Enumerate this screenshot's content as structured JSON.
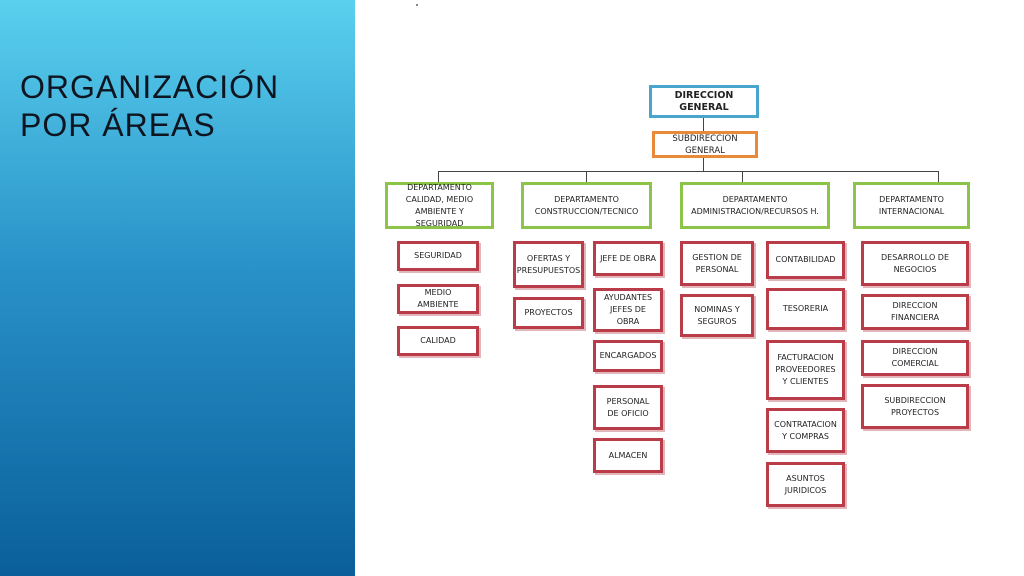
{
  "slide": {
    "title_line1": "ORGANIZACIÓN",
    "title_line2": "POR ÁREAS"
  },
  "org_chart": {
    "root": "DIRECCION GENERAL",
    "sub": "SUBDIRECCION GENERAL",
    "departments": [
      {
        "label": "DEPARTAMENTO CALIDAD, MEDIO AMBIENTE Y SEGURIDAD",
        "units": [
          "SEGURIDAD",
          "MEDIO AMBIENTE",
          "CALIDAD"
        ]
      },
      {
        "label": "DEPARTAMENTO CONSTRUCCION/TECNICO",
        "units": [
          "OFERTAS Y PRESUPUESTOS",
          "PROYECTOS",
          "JEFE DE OBRA",
          "AYUDANTES JEFES DE OBRA",
          "ENCARGADOS",
          "PERSONAL DE OFICIO",
          "ALMACEN"
        ]
      },
      {
        "label": "DEPARTAMENTO ADMINISTRACION/RECURSOS H.",
        "units": [
          "GESTION DE PERSONAL",
          "NOMINAS Y SEGUROS",
          "CONTABILIDAD",
          "TESORERIA",
          "FACTURACION PROVEEDORES Y CLIENTES",
          "CONTRATACION Y COMPRAS",
          "ASUNTOS JURIDICOS"
        ]
      },
      {
        "label": "DEPARTAMENTO INTERNACIONAL",
        "units": [
          "DESARROLLO DE NEGOCIOS",
          "DIRECCION FINANCIERA",
          "DIRECCION COMERCIAL",
          "SUBDIRECCION PROYECTOS"
        ]
      }
    ],
    "colors": {
      "root_border": "#48a6cc",
      "sub_border": "#e88a3a",
      "department_border": "#8cc44a",
      "unit_border": "#b93c48",
      "sidebar_top": "#5ad0ee",
      "sidebar_bottom": "#0a5f9a"
    }
  }
}
